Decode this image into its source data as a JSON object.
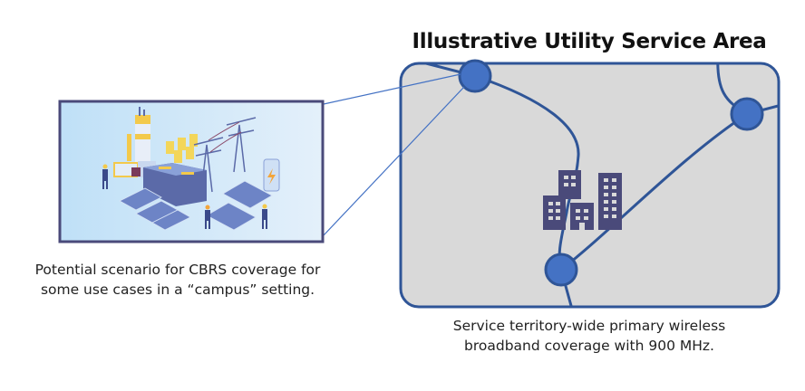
{
  "title": "Illustrative Utility Service Area",
  "left_caption": {
    "line1": "Potential scenario for CBRS coverage for",
    "line2": "some use cases in a “campus” setting."
  },
  "right_caption": {
    "line1": "Service territory-wide primary wireless",
    "line2": "broadband coverage with 900 MHz."
  },
  "illustration": {
    "subject": "utility campus with power plant, transmission towers, solar panels and workers",
    "icons": [
      "power-plant-icon",
      "transmission-tower-icon",
      "solar-panel-icon",
      "worker-icon",
      "lightning-bolt-icon"
    ]
  },
  "service_area": {
    "nodes": [
      "node-top-left",
      "node-right",
      "node-bottom"
    ],
    "center_icon": "city-buildings-icon"
  },
  "colors": {
    "area_fill": "#d9d9d9",
    "area_border": "#2f5597",
    "node_fill": "#4472c4",
    "node_border": "#2f5597",
    "route_line": "#2f5597",
    "connector_line": "#4472c4",
    "buildings": "#4a4a7a",
    "frame_border": "#4a4a7a"
  }
}
